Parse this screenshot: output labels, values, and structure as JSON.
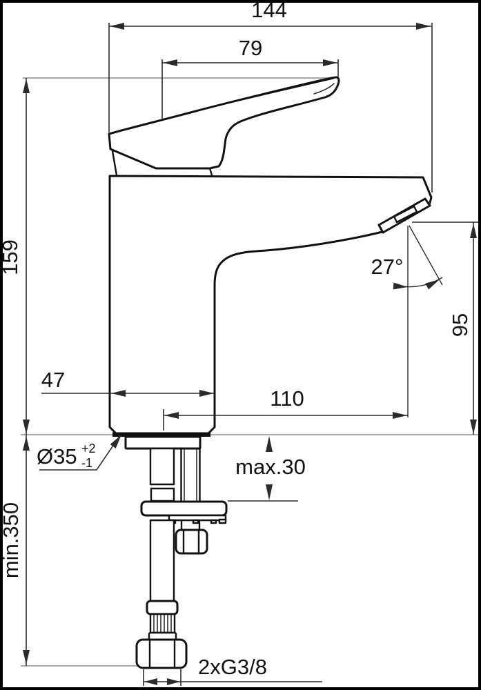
{
  "drawing": {
    "type": "technical-dimension-drawing",
    "subject": "single-lever basin mixer tap, side view with flexible supply hose",
    "colors": {
      "outline": "#111111",
      "dimension": "#2b2b2b",
      "reference": "#8c8c8c",
      "background": "#ffffff"
    },
    "labels": {
      "overall_depth": "144",
      "lever_length": "79",
      "total_height": "159",
      "body_depth": "47",
      "spout_reach": "110",
      "outlet_height": "95",
      "outlet_angle": "27°",
      "hole_diameter": "Ø35",
      "hole_tolerance_plus": "+2",
      "hole_tolerance_minus": "-1",
      "deck_thickness": "max.30",
      "hose_length": "min.350",
      "connection_thread": "2xG3/8"
    }
  }
}
